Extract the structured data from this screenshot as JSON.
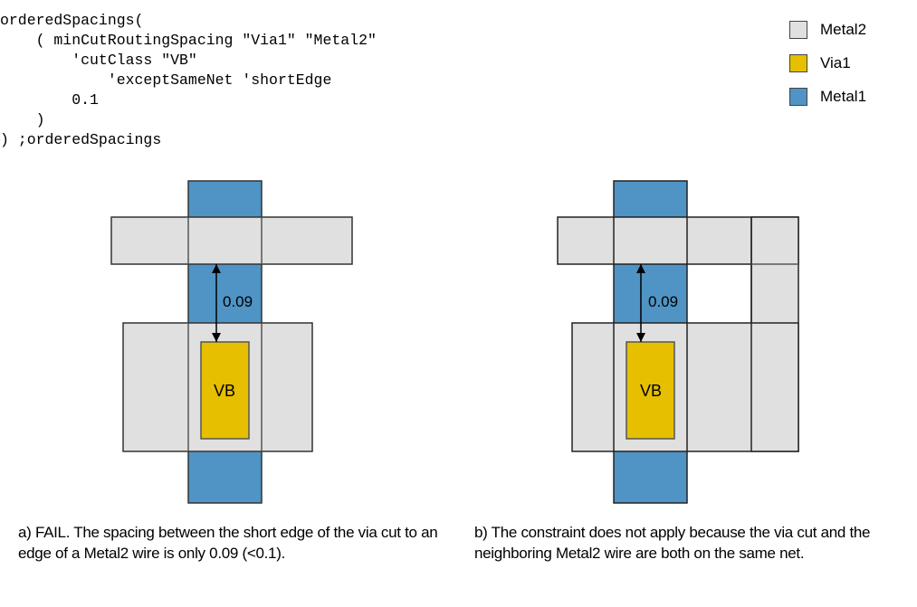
{
  "code": {
    "lines": [
      "orderedSpacings(",
      "    ( minCutRoutingSpacing \"Via1\" \"Metal2\"",
      "        'cutClass \"VB\"",
      "            'exceptSameNet 'shortEdge",
      "        0.1",
      "    )",
      ") ;orderedSpacings"
    ]
  },
  "legend": {
    "items": [
      {
        "label": "Metal2",
        "color": "#e0e0e0"
      },
      {
        "label": "Via1",
        "color": "#e5bf00"
      },
      {
        "label": "Metal1",
        "color": "#4f94c4"
      }
    ]
  },
  "colors": {
    "metal1": "#4f94c4",
    "metal2": "#e0e0e0",
    "via1": "#e5bf00",
    "outline": "#333333"
  },
  "diagram_a": {
    "via_label": "VB",
    "spacing_label": "0.09"
  },
  "diagram_b": {
    "via_label": "VB",
    "spacing_label": "0.09"
  },
  "captions": {
    "a": "a) FAIL. The spacing between the short edge of the via cut to an edge of a Metal2 wire is only 0.09 (<0.1).",
    "b": "b) The constraint does not apply because the via cut and the neighboring Metal2 wire are both on the same net."
  }
}
